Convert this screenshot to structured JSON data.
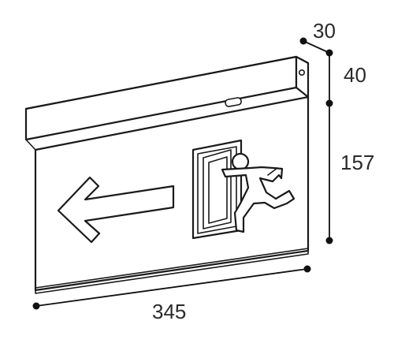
{
  "dimensions": {
    "depth": "30",
    "top_height": "40",
    "panel_height": "157",
    "width": "345"
  }
}
